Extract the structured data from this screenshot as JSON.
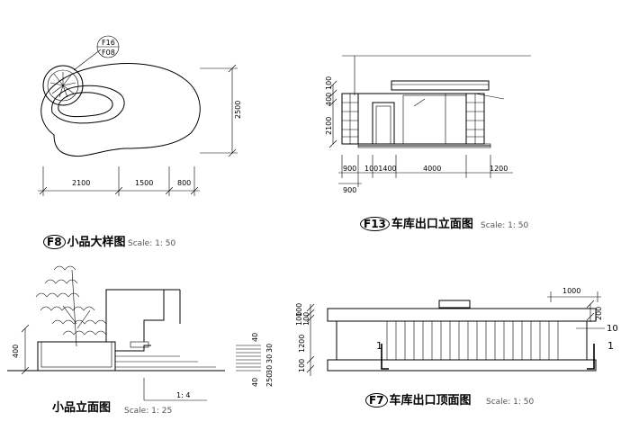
{
  "f8": {
    "badge": "F8",
    "title": "小品大样图",
    "scale": "Scale: 1: 50",
    "callout_top": "F16",
    "callout_bottom": "F08",
    "dims": [
      "2100",
      "1500",
      "800"
    ],
    "height_dim": "2500"
  },
  "f13": {
    "badge": "F13",
    "title": "车库出口立面图",
    "scale": "Scale: 1: 50",
    "vertical_dims": [
      "400",
      "100",
      "2100"
    ],
    "dims": [
      "900",
      "1001400",
      "4000",
      "1200"
    ],
    "sub_dim": "900"
  },
  "elev": {
    "title": "小品立面图",
    "scale": "Scale: 1: 25",
    "left_dim": "400",
    "step_dims": [
      "40",
      "30",
      "30",
      "30",
      "250"
    ],
    "bottom_dim": "40",
    "ratio": "1: 4"
  },
  "f7": {
    "badge": "F7",
    "title": "车库出口顶面图",
    "scale": "Scale: 1: 50",
    "top_dim": "1000",
    "left_dims": [
      "100",
      "100",
      "100",
      "1200",
      "100"
    ],
    "right_dim": "200",
    "callout": "10",
    "section_left": "1",
    "section_right": "1"
  }
}
